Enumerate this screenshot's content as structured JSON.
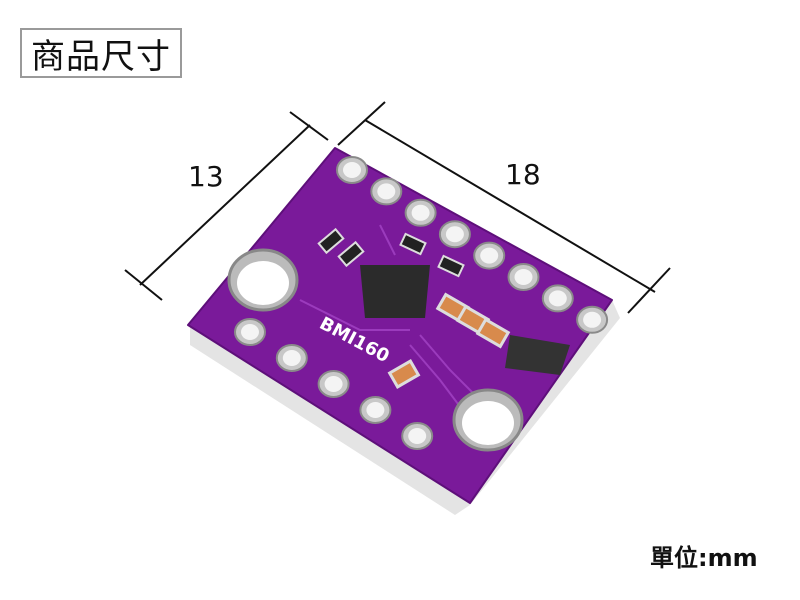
{
  "title": "商品尺寸",
  "unit_label": "單位:mm",
  "dimensions": {
    "width_label": "13",
    "length_label": "18"
  },
  "board": {
    "label": "BMI160",
    "color": "#7a1a9a",
    "pin_count_top": 8,
    "pin_count_bottom": 5
  }
}
